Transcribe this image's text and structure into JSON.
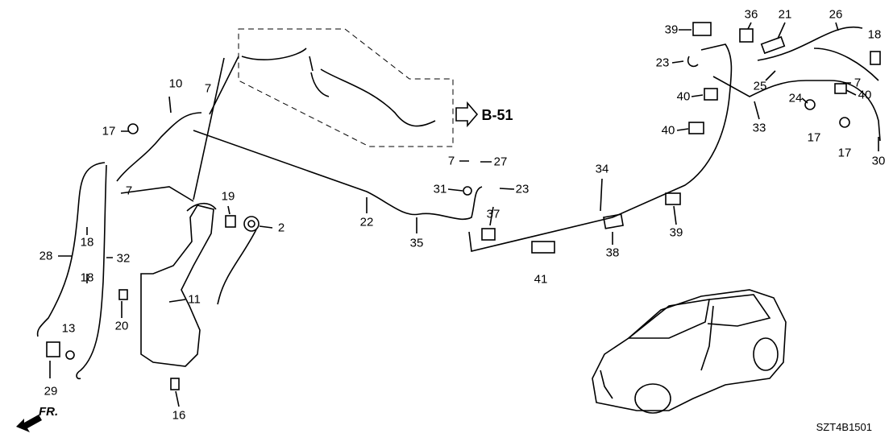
{
  "diagram": {
    "callouts": [
      "10",
      "7",
      "17",
      "7",
      "28",
      "18",
      "32",
      "18",
      "13",
      "29",
      "20",
      "11",
      "16",
      "19",
      "2",
      "22",
      "35",
      "7",
      "27",
      "31",
      "23",
      "37",
      "34",
      "38",
      "41",
      "39",
      "39",
      "36",
      "21",
      "26",
      "18",
      "23",
      "25",
      "7",
      "40",
      "40",
      "40",
      "24",
      "33",
      "17",
      "17",
      "30"
    ],
    "reference": "B-51",
    "front_indicator": "FR.",
    "diagram_code": "SZT4B1501"
  }
}
